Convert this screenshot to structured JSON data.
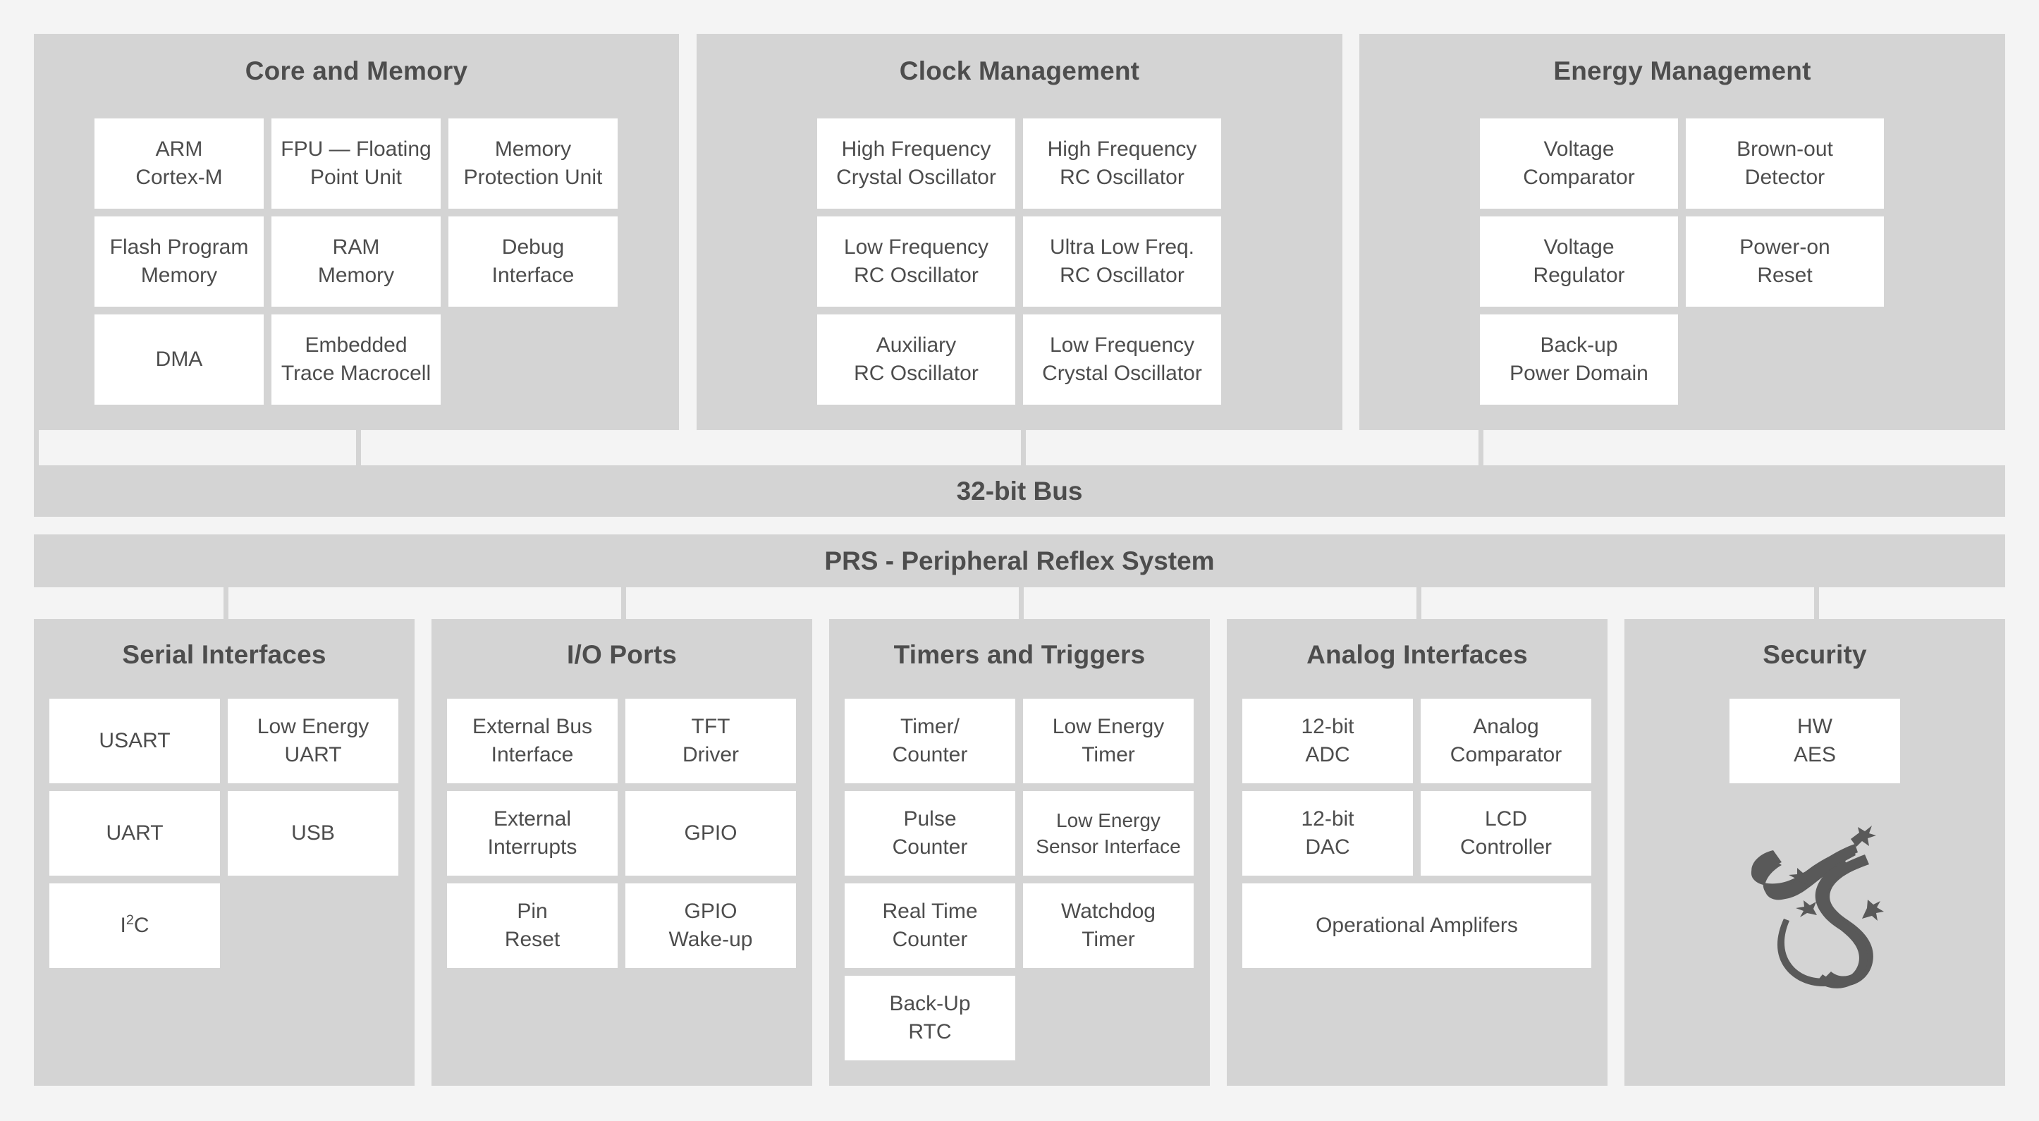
{
  "colors": {
    "background": "#f4f4f4",
    "panel": "#d4d4d4",
    "cell": "#ffffff",
    "text": "#4d4d4d",
    "connector": "#d4d4d4",
    "logo": "#595959"
  },
  "top_sections": [
    {
      "title": "Core and Memory",
      "columns": 3,
      "cells": [
        {
          "lines": [
            "ARM",
            "Cortex-M"
          ]
        },
        {
          "lines": [
            "FPU — Floating",
            "Point Unit"
          ]
        },
        {
          "lines": [
            "Memory",
            "Protection Unit"
          ]
        },
        {
          "lines": [
            "Flash Program",
            "Memory"
          ]
        },
        {
          "lines": [
            "RAM",
            "Memory"
          ]
        },
        {
          "lines": [
            "Debug",
            "Interface"
          ]
        },
        {
          "lines": [
            "DMA"
          ]
        },
        {
          "lines": [
            "Embedded",
            "Trace Macrocell"
          ]
        },
        {
          "empty": true
        }
      ]
    },
    {
      "title": "Clock Management",
      "columns": 2,
      "cells": [
        {
          "lines": [
            "High Frequency",
            "Crystal Oscillator"
          ]
        },
        {
          "lines": [
            "High Frequency",
            "RC Oscillator"
          ]
        },
        {
          "lines": [
            "Low Frequency",
            "RC Oscillator"
          ]
        },
        {
          "lines": [
            "Ultra Low Freq.",
            "RC Oscillator"
          ]
        },
        {
          "lines": [
            "Auxiliary",
            "RC Oscillator"
          ]
        },
        {
          "lines": [
            "Low Frequency",
            "Crystal Oscillator"
          ]
        }
      ]
    },
    {
      "title": "Energy Management",
      "columns": 2,
      "cells": [
        {
          "lines": [
            "Voltage",
            "Comparator"
          ]
        },
        {
          "lines": [
            "Brown-out",
            "Detector"
          ]
        },
        {
          "lines": [
            "Voltage",
            "Regulator"
          ]
        },
        {
          "lines": [
            "Power-on",
            "Reset"
          ]
        },
        {
          "lines": [
            "Back-up",
            "Power Domain"
          ]
        },
        {
          "empty": true
        }
      ]
    }
  ],
  "buses": [
    {
      "label": "32-bit Bus"
    },
    {
      "label": "PRS - Peripheral Reflex System"
    }
  ],
  "bottom_sections": [
    {
      "title": "Serial Interfaces",
      "columns": 2,
      "cells": [
        {
          "lines": [
            "USART"
          ]
        },
        {
          "lines": [
            "Low Energy",
            "UART"
          ]
        },
        {
          "lines": [
            "UART"
          ]
        },
        {
          "lines": [
            "USB"
          ]
        },
        {
          "lines": [
            "I²C"
          ],
          "html": "I<sup>2</sup>C"
        },
        {
          "empty": true
        }
      ]
    },
    {
      "title": "I/O Ports",
      "columns": 2,
      "cells": [
        {
          "lines": [
            "External Bus",
            "Interface"
          ]
        },
        {
          "lines": [
            "TFT",
            "Driver"
          ]
        },
        {
          "lines": [
            "External",
            "Interrupts"
          ]
        },
        {
          "lines": [
            "GPIO"
          ]
        },
        {
          "lines": [
            "Pin",
            "Reset"
          ]
        },
        {
          "lines": [
            "GPIO",
            "Wake-up"
          ]
        }
      ]
    },
    {
      "title": "Timers and Triggers",
      "columns": 2,
      "cells": [
        {
          "lines": [
            "Timer/",
            "Counter"
          ]
        },
        {
          "lines": [
            "Low Energy",
            "Timer"
          ]
        },
        {
          "lines": [
            "Pulse",
            "Counter"
          ]
        },
        {
          "lines": [
            "Low Energy",
            "Sensor Interface"
          ]
        },
        {
          "lines": [
            "Real Time",
            "Counter"
          ]
        },
        {
          "lines": [
            "Watchdog",
            "Timer"
          ]
        },
        {
          "lines": [
            "Back-Up",
            "RTC"
          ]
        },
        {
          "empty": true
        }
      ]
    },
    {
      "title": "Analog Interfaces",
      "columns": 2,
      "cells": [
        {
          "lines": [
            "12-bit",
            "ADC"
          ]
        },
        {
          "lines": [
            "Analog",
            "Comparator"
          ]
        },
        {
          "lines": [
            "12-bit",
            "DAC"
          ]
        },
        {
          "lines": [
            "LCD",
            "Controller"
          ]
        },
        {
          "lines": [
            "Operational Amplifers"
          ],
          "span2": true
        }
      ]
    },
    {
      "title": "Security",
      "columns": 1,
      "cells": [
        {
          "lines": [
            "HW",
            "AES"
          ]
        }
      ],
      "logo": "gecko-logo"
    }
  ]
}
